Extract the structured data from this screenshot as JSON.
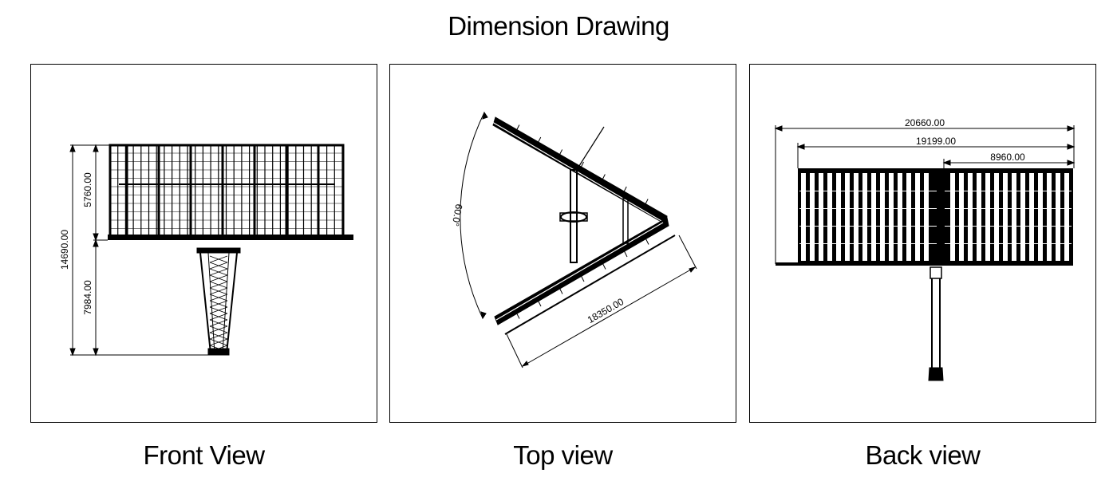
{
  "title": "Dimension Drawing",
  "views": {
    "front": {
      "caption": "Front View",
      "dims": {
        "total_height": "14690.00",
        "panel_height": "5760.00",
        "column_height": "7984.00"
      }
    },
    "top": {
      "caption": "Top view",
      "dims": {
        "angle": "60.0°",
        "length": "18350.00"
      }
    },
    "back": {
      "caption": "Back view",
      "dims": {
        "overall_width": "20660.00",
        "frame_width": "19199.00",
        "half_width": "8960.00"
      }
    }
  }
}
